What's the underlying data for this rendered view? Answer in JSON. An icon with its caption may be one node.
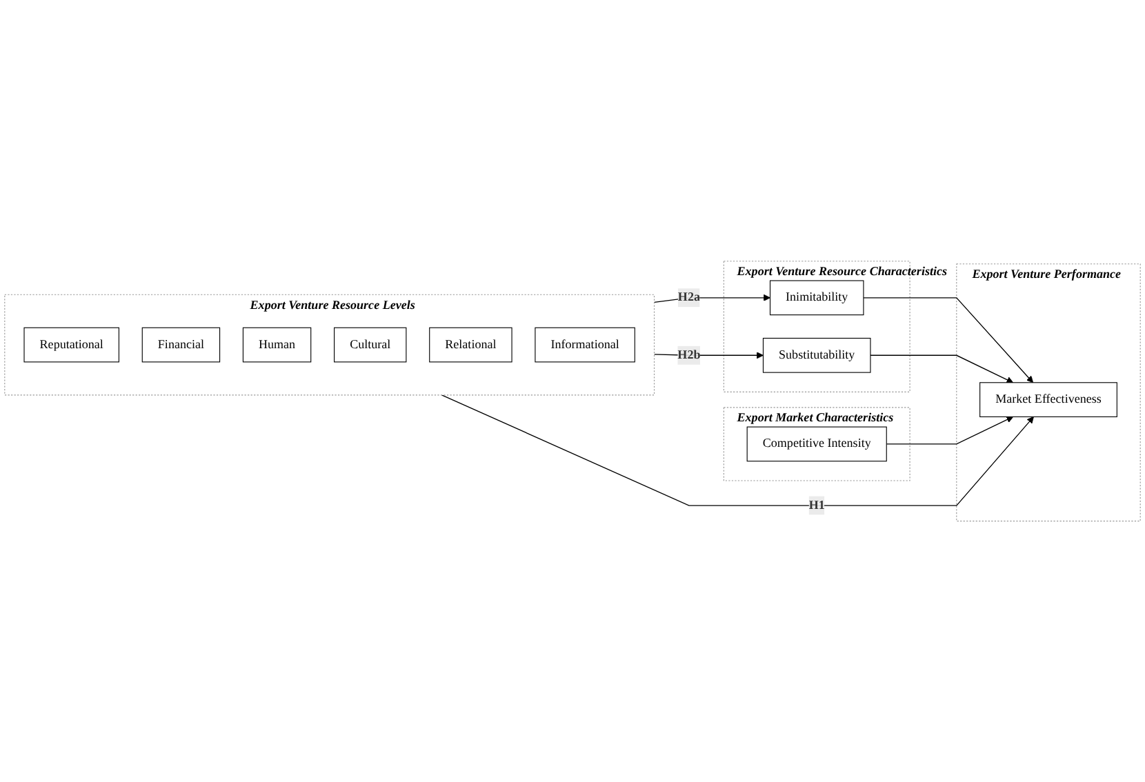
{
  "diagram": {
    "nodes": [
      {
        "text": [
          "Export Venture Resource Levels"
        ]
      },
      {
        "text": [
          "Reputational"
        ],
        "in": 0
      },
      {
        "text": [
          "Financial"
        ],
        "in": 0
      },
      {
        "text": [
          "Human"
        ],
        "in": 0
      },
      {
        "text": [
          "Cultural"
        ],
        "in": 0
      },
      {
        "text": [
          "Relational"
        ],
        "in": 0
      },
      {
        "text": [
          "Informational"
        ],
        "in": 0
      },
      {
        "text": [
          "Export Venture Performance"
        ]
      },
      {
        "text": [
          "Market Effectiveness"
        ],
        "in": 7
      },
      {
        "text": [
          "Export Venture Resource Characteristics"
        ]
      },
      {
        "text": [
          "Inimitability"
        ],
        "in": 9
      },
      {
        "text": [
          "Substitutability"
        ],
        "in": 9
      },
      {
        "text": [
          "Export Market Characteristics"
        ]
      },
      {
        "text": [
          "Competitive Intensity"
        ],
        "in": 12
      }
    ],
    "edges": [
      {
        "from": 0,
        "to": 8,
        "label": "H1",
        "arrow": "to"
      },
      {
        "from": 0,
        "to": 10,
        "label": "H2a",
        "arrow": "to"
      },
      {
        "from": 0,
        "to": 11,
        "label": "H2b",
        "arrow": "to"
      },
      {
        "from": 10,
        "to": 8,
        "arrow": "to"
      },
      {
        "from": 11,
        "to": 8,
        "arrow": "to"
      },
      {
        "from": 13,
        "to": 8,
        "arrow": "to"
      }
    ]
  }
}
